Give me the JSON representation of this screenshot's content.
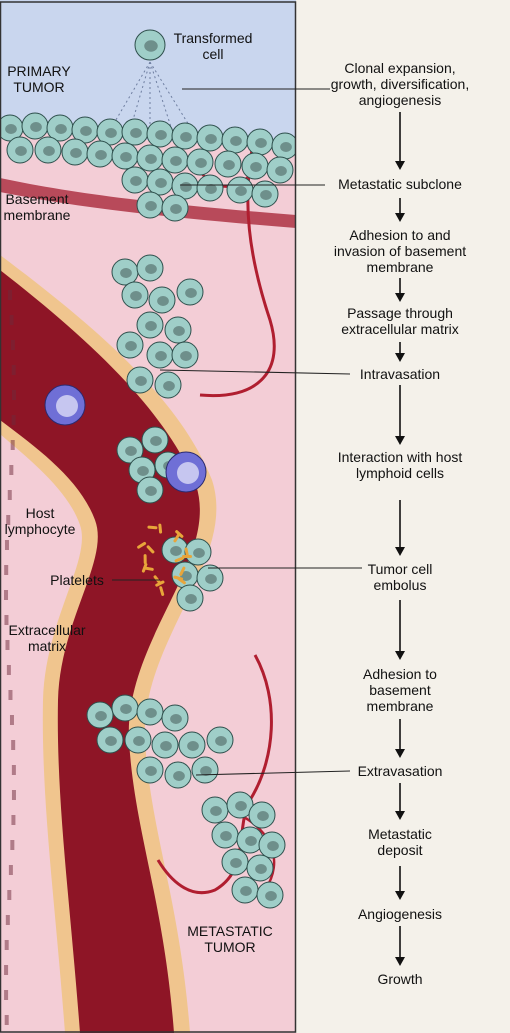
{
  "colors": {
    "primary_tumor_bg": "#c9d6ee",
    "tissue": "#f3cdd6",
    "basement_membrane": "#b84a5a",
    "vessel_wall": "#f0c58e",
    "blood": "#8e1526",
    "tumor_cell": "#9fcec8",
    "tumor_nucleus": "#6e8f8b",
    "lymphocyte": "#6f6fd6",
    "platelet": "#e8a53a",
    "capillary": "#b01e30",
    "arrow": "#111111"
  },
  "labels": {
    "transformed_cell": "Transformed\ncell",
    "primary_tumor": "PRIMARY\nTUMOR",
    "basement_membrane": "Basement\nmembrane",
    "host_lymphocyte": "Host\nlymphocyte",
    "platelets": "Platelets",
    "extracellular_matrix": "Extracellular\nmatrix",
    "metastatic_tumor": "METASTATIC\nTUMOR"
  },
  "steps": [
    "Clonal expansion,\ngrowth, diversification,\nangiogenesis",
    "Metastatic subclone",
    "Adhesion to and\ninvasion of basement\nmembrane",
    "Passage through\nextracellular matrix",
    "Intravasation",
    "Interaction with host\nlymphoid cells",
    "Tumor cell\nembolus",
    "Adhesion to\nbasement\nmembrane",
    "Extravasation",
    "Metastatic\ndeposit",
    "Angiogenesis",
    "Growth"
  ]
}
